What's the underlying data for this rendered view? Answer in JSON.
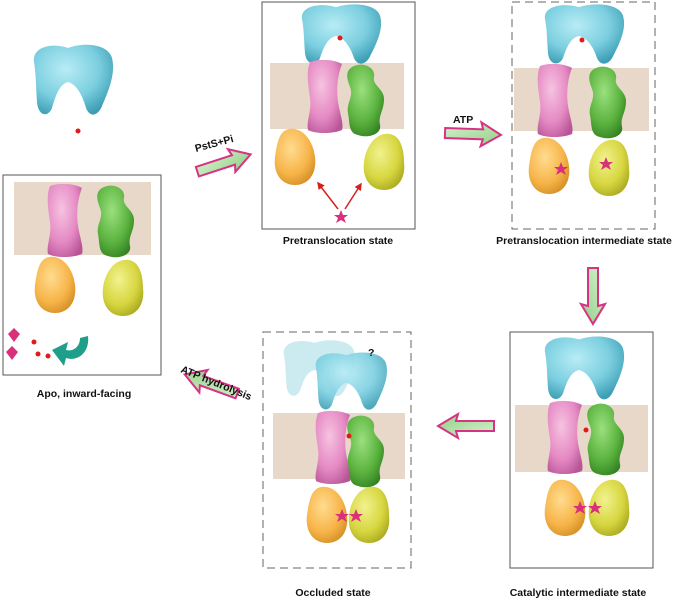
{
  "labels": {
    "apo": "Apo, inward-facing",
    "pretranslocation": "Pretranslocation state",
    "pretranslocation_intermediate": "Pretranslocation intermediate state",
    "catalytic_intermediate": "Catalytic intermediate state",
    "occluded": "Occluded state"
  },
  "arrows": {
    "binding": "PstS+Pi",
    "atp": "ATP",
    "hydrolysis": "ATP hydrolysis",
    "uncertain": "?"
  },
  "colors": {
    "psts": "#7ccfe0",
    "tmd_pink": "#e58ac4",
    "tmd_green": "#5bb33f",
    "nbd_orange": "#f7b54a",
    "nbd_yellow": "#d7d640",
    "membrane": "#e7d8c9",
    "atp_star": "#d8307a",
    "phosphate": "#e31a1c",
    "arrow_fill": "#a8dca0",
    "arrow_edge": "#d63384",
    "recycle_arrow": "#1f9e8a"
  }
}
